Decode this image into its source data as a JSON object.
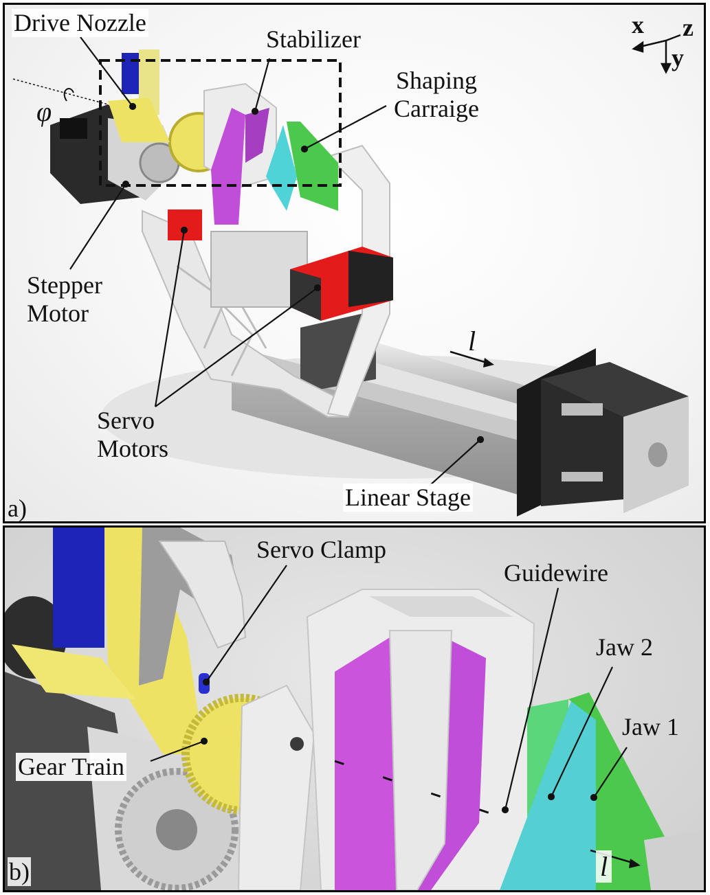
{
  "panel_a": {
    "tag": "a)",
    "labels": {
      "drive_nozzle": "Drive Nozzle",
      "stabilizer": "Stabilizer",
      "shaping_carriage_1": "Shaping",
      "shaping_carriage_2": "Carraige",
      "stepper_motor_1": "Stepper",
      "stepper_motor_2": "Motor",
      "servo_motors_1": "Servo",
      "servo_motors_2": "Motors",
      "linear_stage": "Linear Stage"
    },
    "symbols": {
      "phi": "φ",
      "l": "l"
    },
    "axes": {
      "x": "x",
      "y": "y",
      "z": "z"
    }
  },
  "panel_b": {
    "tag": "b)",
    "labels": {
      "servo_clamp": "Servo Clamp",
      "guidewire": "Guidewire",
      "jaw_2": "Jaw 2",
      "jaw_1": "Jaw 1",
      "gear_train": "Gear Train"
    },
    "symbols": {
      "l": "l"
    }
  },
  "colors": {
    "stabilizer_magenta": "#c04ed8",
    "jaw2_cyan": "#4fd3d6",
    "jaw1_green": "#4cc94c",
    "servo_red": "#e31b1b",
    "gear_yellow": "#eee265",
    "nozzle_blue": "#1f24b8",
    "frame_white": "#e6e6e6",
    "motor_black": "#1e1e1e"
  }
}
